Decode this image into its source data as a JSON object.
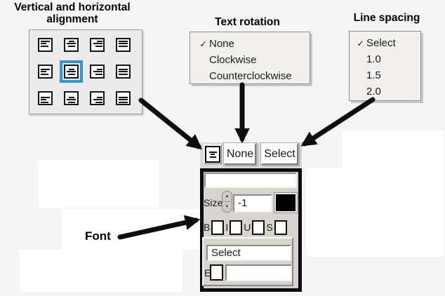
{
  "titles": {
    "alignment": "Vertical and horizontal alignment",
    "rotation": "Text rotation",
    "spacing": "Line spacing"
  },
  "font_label": "Font",
  "checkmark": "✓",
  "alignment_grid": {
    "columns": [
      "left",
      "center",
      "right",
      "justify"
    ],
    "rows": [
      "top",
      "middle",
      "bottom"
    ],
    "selected": {
      "row": "middle",
      "col": "center"
    }
  },
  "rotation_menu": {
    "items": [
      {
        "label": "None",
        "checked": true
      },
      {
        "label": "Clockwise",
        "checked": false
      },
      {
        "label": "Counterclockwise",
        "checked": false
      }
    ]
  },
  "spacing_menu": {
    "items": [
      {
        "label": "Select",
        "checked": true
      },
      {
        "label": "1.0",
        "checked": false
      },
      {
        "label": "1.5",
        "checked": false
      },
      {
        "label": "2.0",
        "checked": false
      }
    ]
  },
  "toolbar": {
    "rotation_value": "None",
    "spacing_value": "Select"
  },
  "font_panel": {
    "text_value": "",
    "size_label": "Size",
    "size_value": "-1",
    "color_swatch": "#000000",
    "style_flags": [
      {
        "label": "B",
        "name": "bold",
        "checked": false
      },
      {
        "label": "I",
        "name": "italic",
        "checked": false
      },
      {
        "label": "U",
        "name": "underline",
        "checked": false
      },
      {
        "label": "S",
        "name": "strikeout",
        "checked": false
      }
    ],
    "font_name_value": "Select",
    "e_label": "E",
    "e_checked": false,
    "e_field_value": ""
  },
  "colors": {
    "selection_blue": "#2f97d8",
    "arrow_black": "#0d0d0d",
    "panel_border": "#0a0a0a"
  }
}
